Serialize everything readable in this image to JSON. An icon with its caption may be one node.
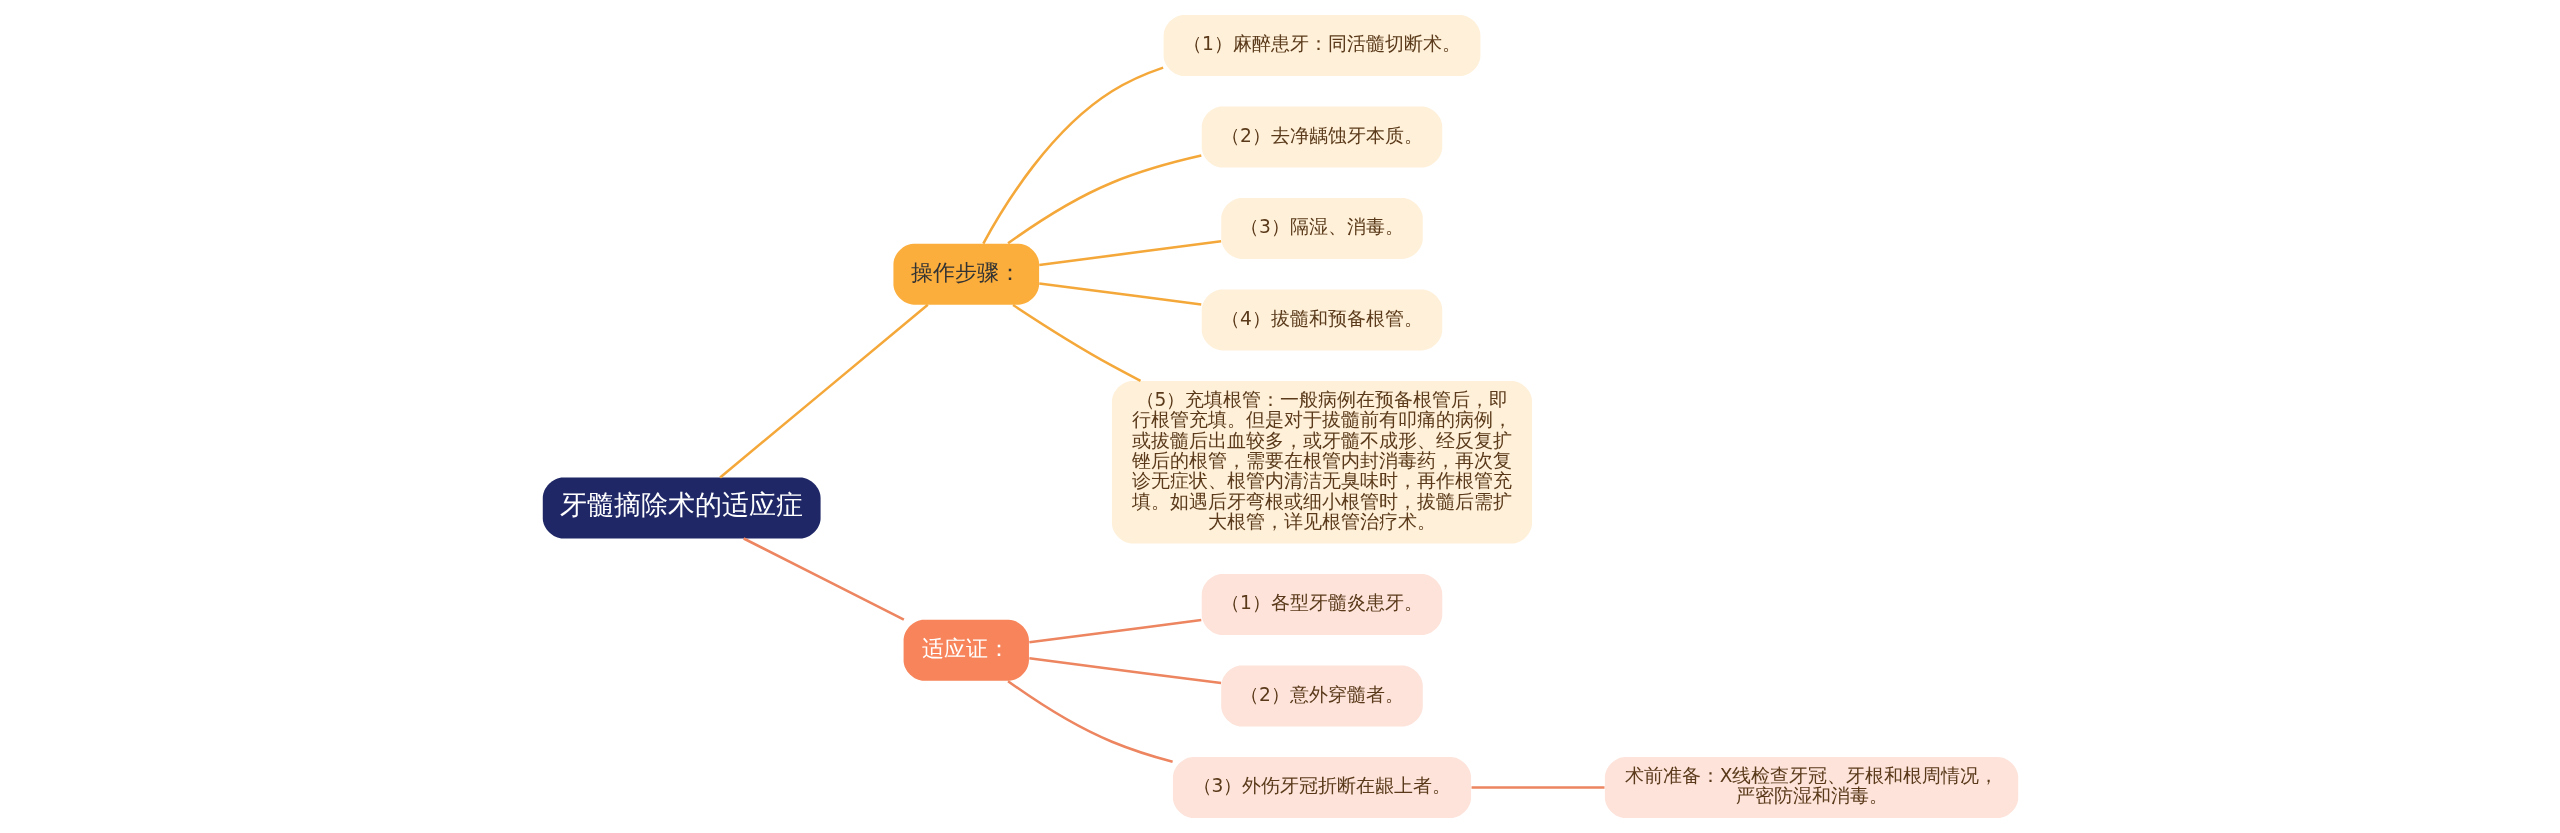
{
  "diagram": {
    "nodes": [
      {
        "text": [
          "牙髓摘除术的适应症"
        ]
      },
      {
        "text": [
          "操作步骤："
        ]
      },
      {
        "text": [
          "（1）麻醉患牙：同活髓切断术。"
        ]
      },
      {
        "text": [
          "（2）去净龋蚀牙本质。"
        ]
      },
      {
        "text": [
          "（3）隔湿、消毒。"
        ]
      },
      {
        "text": [
          "（4）拔髓和预备根管。"
        ]
      },
      {
        "text": [
          "（5）充填根管：一般病例在预备根管后，即行根管充填。但是对于拔髓前有叩痛的病例，或拔髓后出血较多，或牙髓不成形、经反复扩锉后的根管，需要在根管内封消毒药，再次复诊无症状、根管内清洁无臭味时，再作根管充填。如遇后牙弯根或细小根管时，拔髓后需扩大根管，详见根管治疗术。"
        ]
      },
      {
        "text": [
          "适应证："
        ]
      },
      {
        "text": [
          "（1）各型牙髓炎患牙。"
        ]
      },
      {
        "text": [
          "（2）意外穿髓者。"
        ]
      },
      {
        "text": [
          "（3）外伤牙冠折断在龈上者。"
        ]
      },
      {
        "text": [
          "术前准备：X线检查牙冠、牙根和根周情况，严密防湿和消毒。"
        ]
      }
    ],
    "edges": [
      {
        "from": 0,
        "to": 1,
        "arrow": "none"
      },
      {
        "from": 1,
        "to": 2,
        "arrow": "none"
      },
      {
        "from": 1,
        "to": 3,
        "arrow": "none"
      },
      {
        "from": 1,
        "to": 4,
        "arrow": "none"
      },
      {
        "from": 1,
        "to": 5,
        "arrow": "none"
      },
      {
        "from": 1,
        "to": 6,
        "arrow": "none"
      },
      {
        "from": 0,
        "to": 7,
        "arrow": "none",
        "color": "#ec8560"
      },
      {
        "from": 7,
        "to": 8,
        "arrow": "none",
        "color": "#ec8560"
      },
      {
        "from": 7,
        "to": 9,
        "arrow": "none",
        "color": "#ec8560"
      },
      {
        "from": 7,
        "to": 10,
        "arrow": "none",
        "color": "#ec8560"
      },
      {
        "from": 10,
        "to": 11,
        "arrow": "none",
        "color": "#ec8560"
      }
    ]
  }
}
